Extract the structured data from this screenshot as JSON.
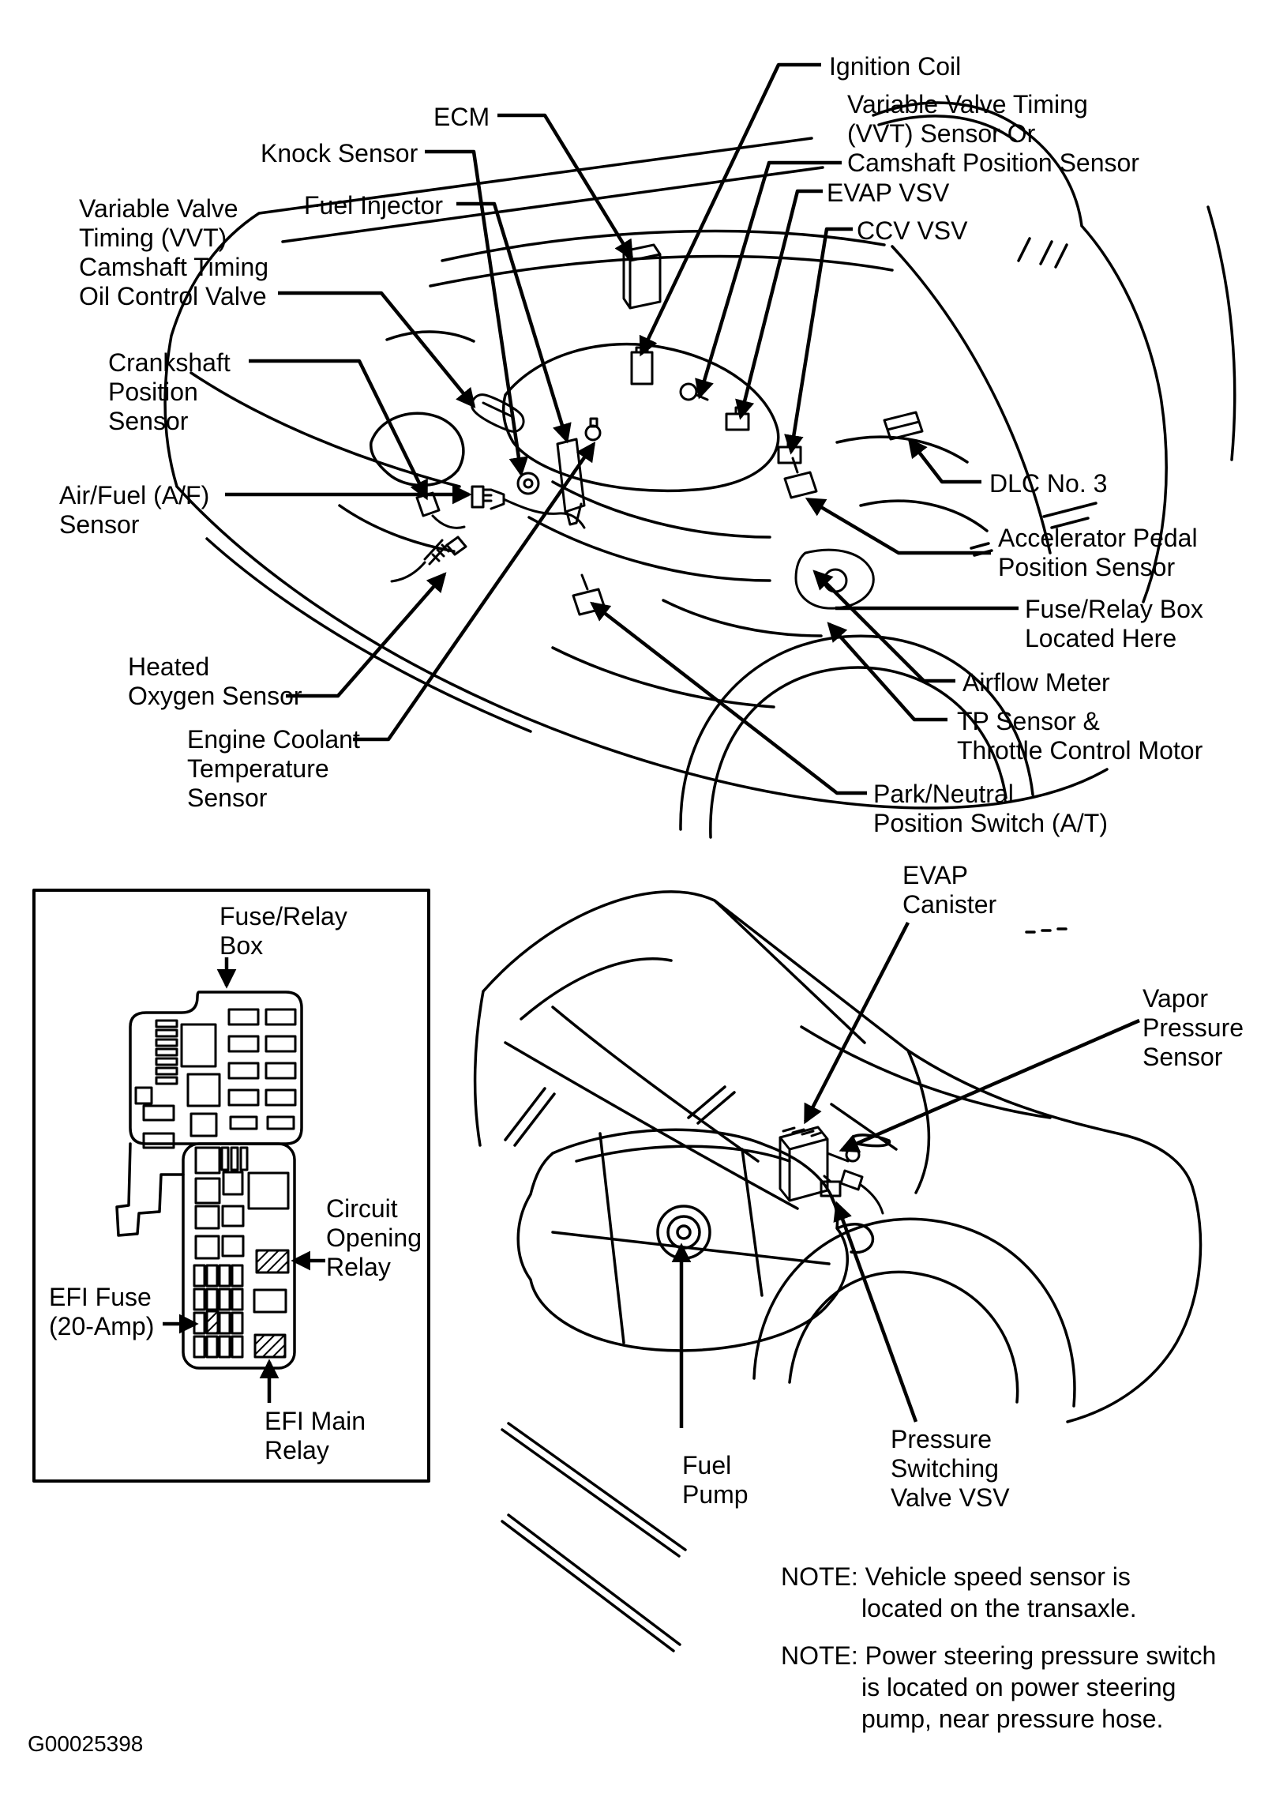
{
  "figure": {
    "code": "G00025398",
    "ink_color": "#000000",
    "paper_color": "#ffffff"
  },
  "engine_labels": {
    "ignition_coil": "Ignition Coil",
    "ecm": "ECM",
    "knock_sensor": "Knock Sensor",
    "vvt_sensor": "Variable Valve Timing\n(VVT) Sensor Or\nCamshaft Position Sensor",
    "fuel_injector": "Fuel Injector",
    "evap_vsv": "EVAP VSV",
    "ccv_vsv": "CCV VSV",
    "vvt_ocv": "Variable Valve\nTiming (VVT)\nCamshaft Timing\nOil Control Valve",
    "crankshaft": "Crankshaft\nPosition\nSensor",
    "air_fuel": "Air/Fuel (A/F)\nSensor",
    "dlc3": "DLC No. 3",
    "accelerator": "Accelerator Pedal\nPosition Sensor",
    "fuse_relay_located": "Fuse/Relay Box\nLocated Here",
    "heated_o2": "Heated\nOxygen Sensor",
    "airflow": "Airflow Meter",
    "tp_sensor": "TP Sensor &\nThrottle Control Motor",
    "engine_coolant": "Engine Coolant\nTemperature\nSensor",
    "park_neutral": "Park/Neutral\nPosition Switch (A/T)"
  },
  "fusebox_inset": {
    "title": "Fuse/Relay\nBox",
    "circuit_opening_relay": "Circuit\nOpening\nRelay",
    "efi_fuse": "EFI Fuse\n(20-Amp)",
    "efi_main_relay": "EFI Main\nRelay"
  },
  "rear_labels": {
    "evap_canister": "EVAP\nCanister",
    "vapor_pressure": "Vapor\nPressure\nSensor",
    "fuel_pump": "Fuel\nPump",
    "pressure_switching": "Pressure\nSwitching\nValve VSV"
  },
  "notes": {
    "note1": "NOTE: Vehicle speed sensor is\nlocated on the transaxle.",
    "note2": "NOTE: Power steering pressure switch\nis located on power steering\npump, near pressure hose."
  }
}
